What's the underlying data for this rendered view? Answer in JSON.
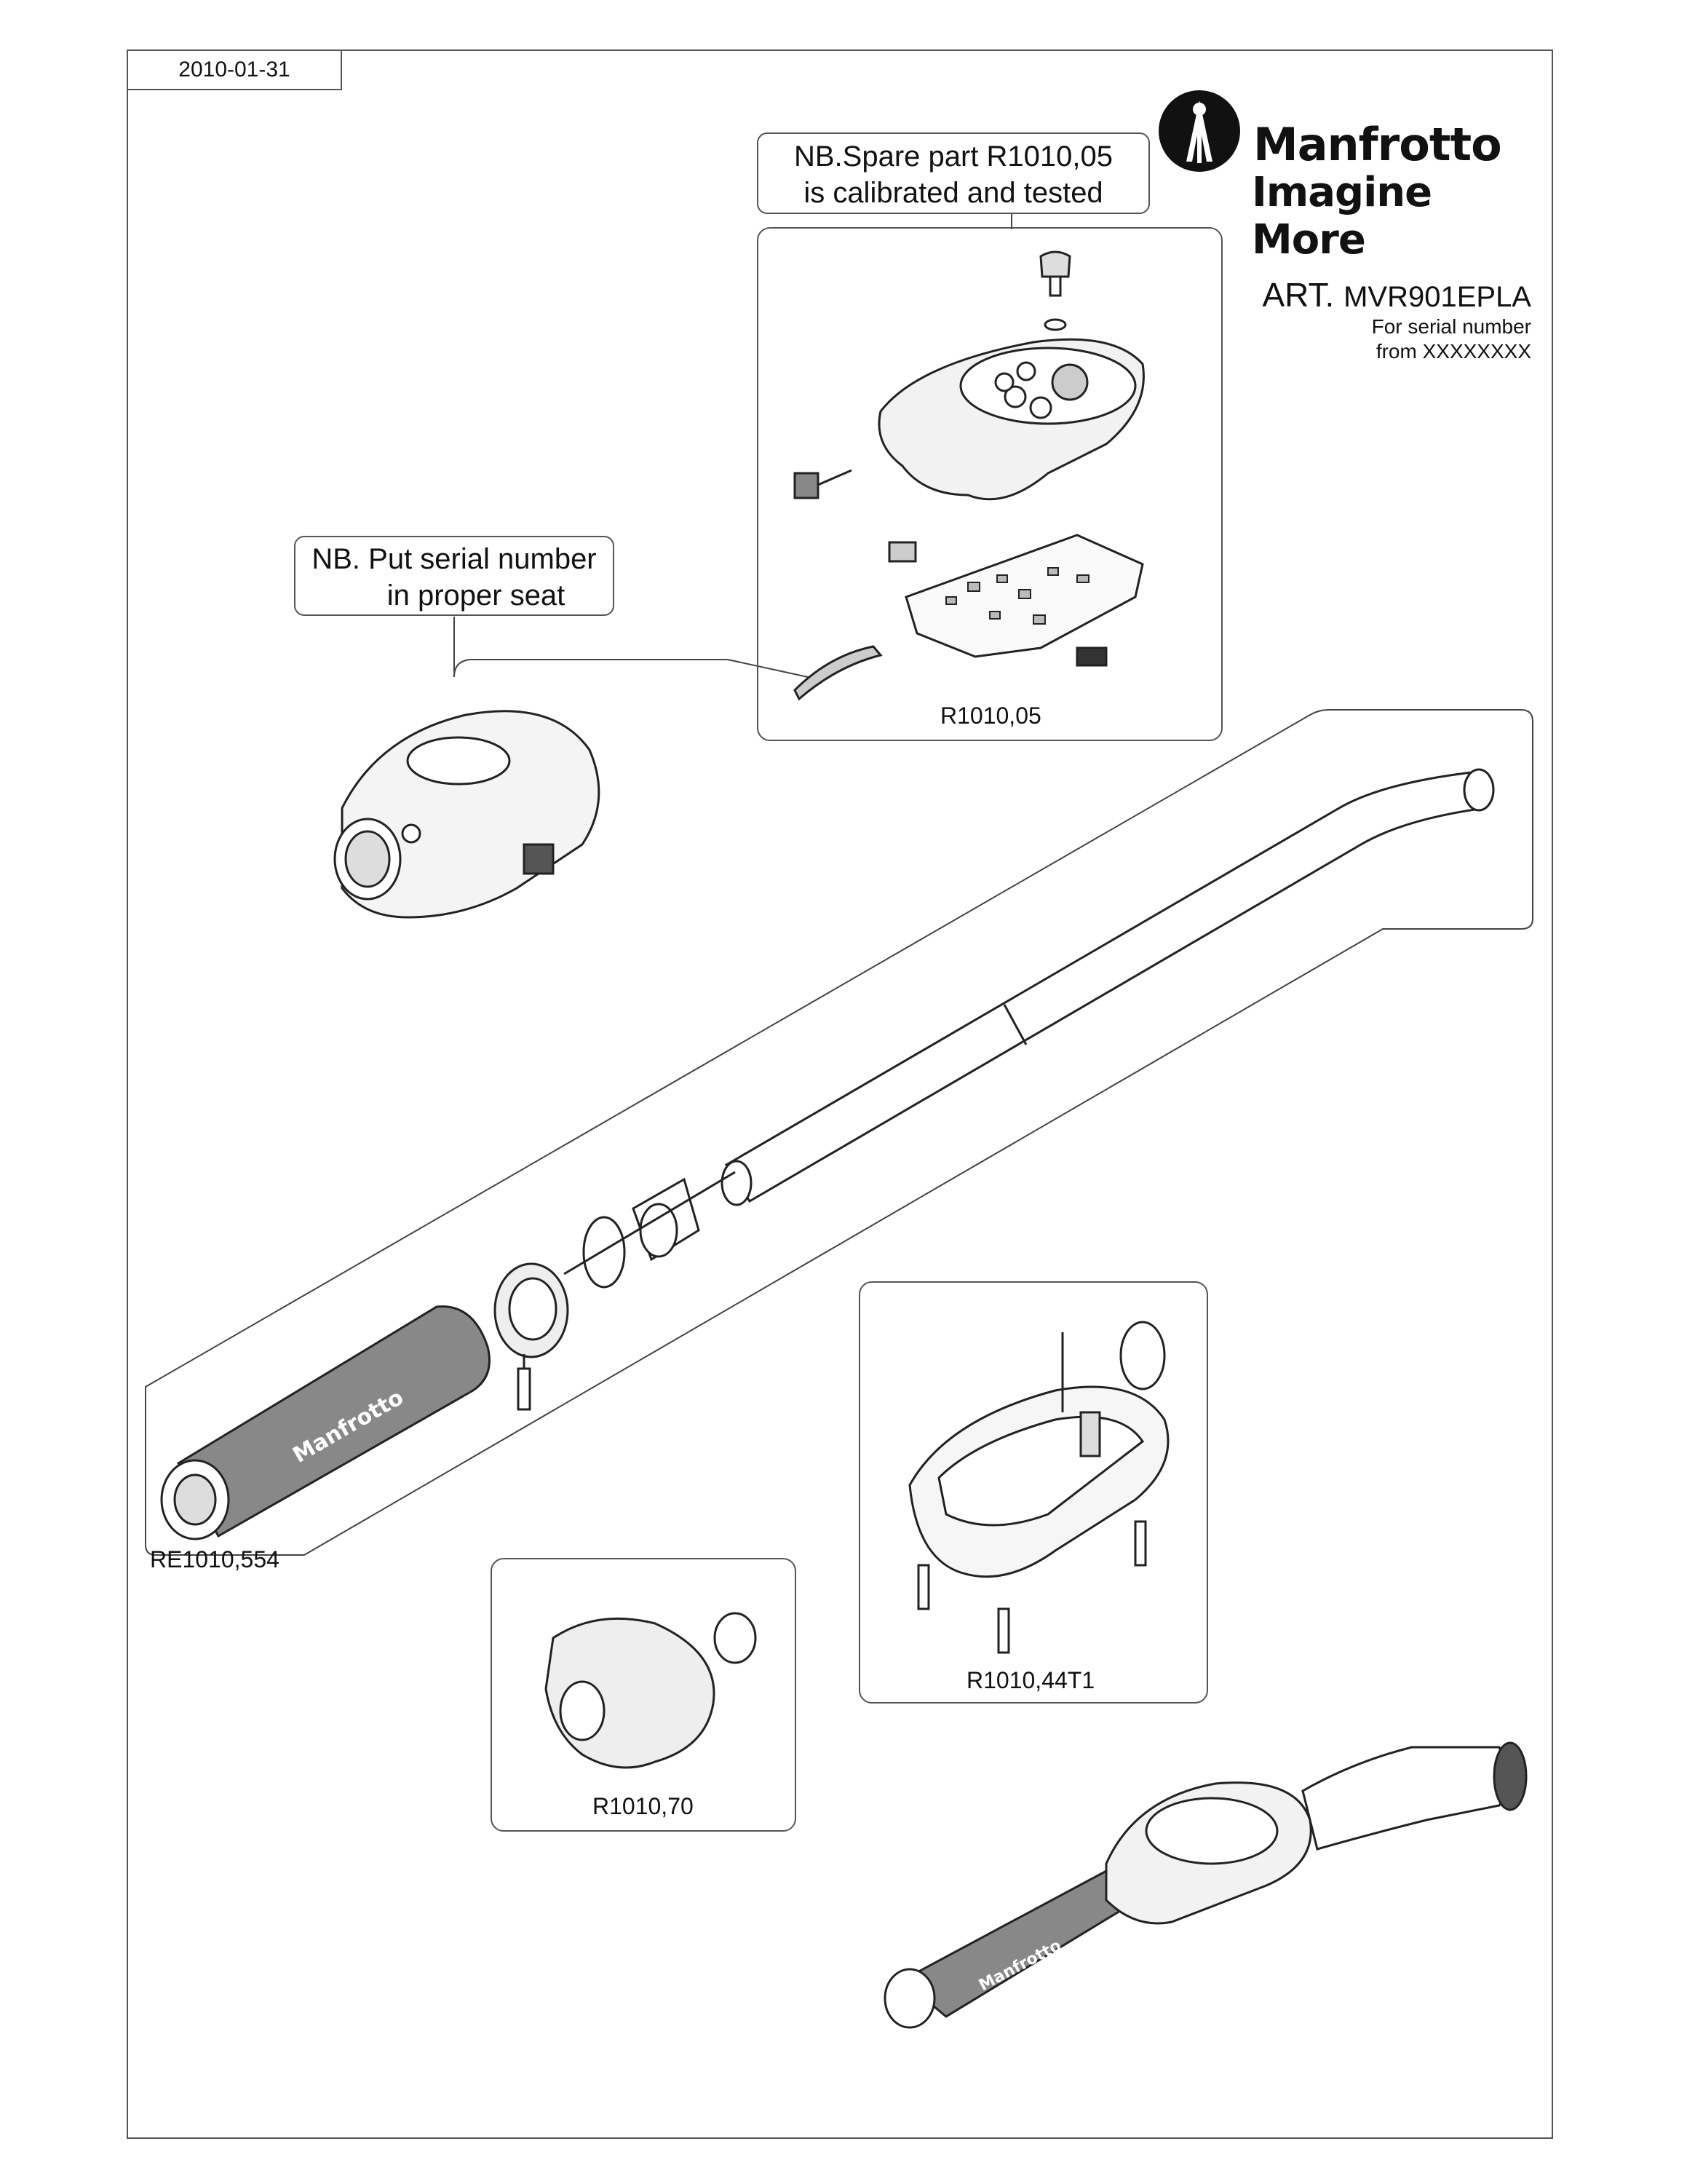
{
  "header": {
    "date": "2010-01-31",
    "brand": {
      "name": "Manfrotto",
      "tagline": "Imagine More"
    },
    "article": {
      "prefix": "ART.",
      "code": "MVR901EPLA",
      "serial_line_1": "For serial number",
      "serial_line_2": "from XXXXXXXX"
    }
  },
  "notes": {
    "spare_part_line_1": "NB.Spare part R1010,05",
    "spare_part_line_2": "is calibrated and tested",
    "serial_seat_line_1": "NB. Put serial number",
    "serial_seat_line_2": "in proper seat"
  },
  "parts": {
    "control_unit": "R1010,05",
    "tube_grip": "RE1010,554",
    "housing": "R1010,44T1",
    "cover": "R1010,70"
  },
  "grip_print": "Manfrotto"
}
